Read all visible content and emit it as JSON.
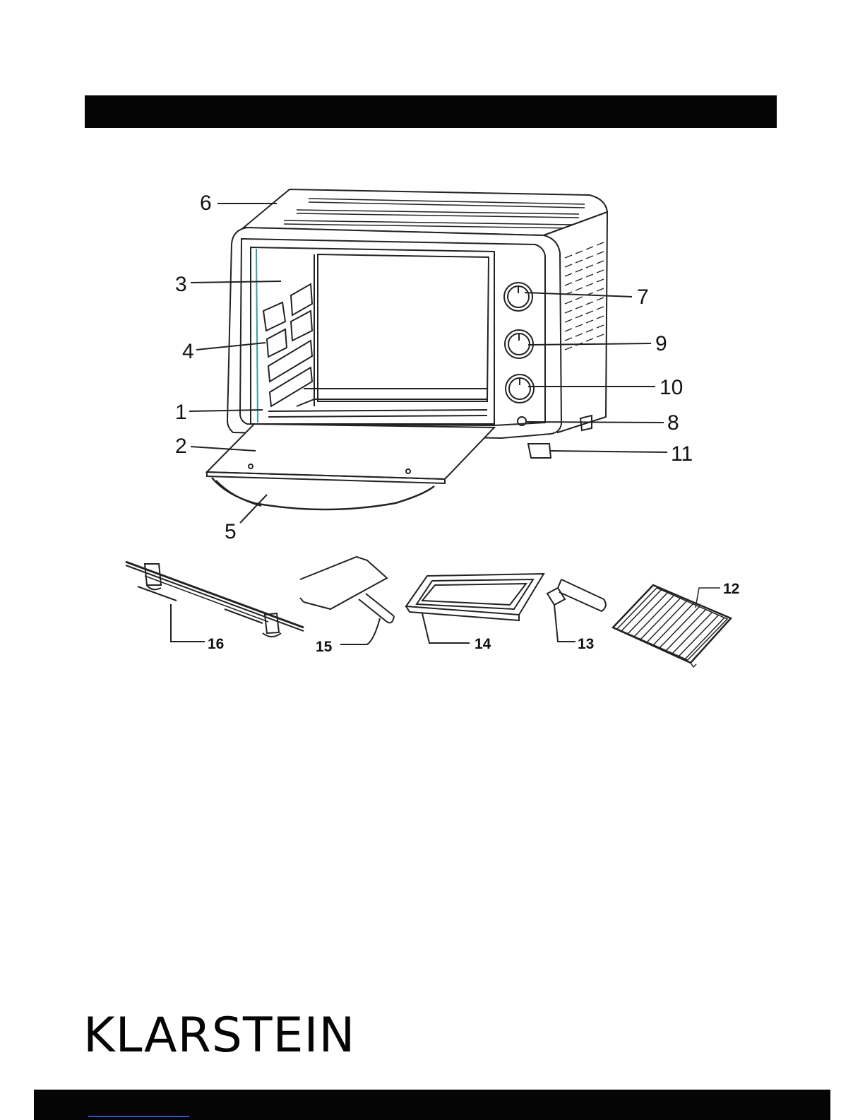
{
  "brand": {
    "name": "KLARSTEIN"
  },
  "oven_labels": [
    "1",
    "2",
    "3",
    "4",
    "5",
    "6",
    "7",
    "8",
    "9",
    "10",
    "11"
  ],
  "accessory_labels": [
    "12",
    "13",
    "14",
    "15",
    "16"
  ],
  "colors": {
    "bar": "#050505",
    "line": "#222222",
    "footer_link": "#2a5cc8"
  }
}
